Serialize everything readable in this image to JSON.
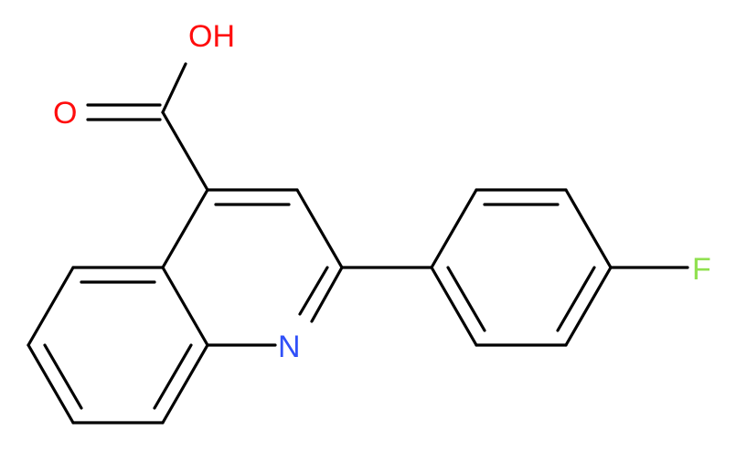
{
  "molecule": {
    "atoms": {
      "hydroxyl": {
        "label": "OH",
        "color": "#ff0d0d"
      },
      "carbonyl_oxygen": {
        "label": "O",
        "color": "#ff0d0d"
      },
      "ring_nitrogen": {
        "label": "N",
        "color": "#3050f8"
      },
      "fluorine": {
        "label": "F",
        "color": "#90e050"
      }
    },
    "bond_color": "#000000",
    "background": "#ffffff"
  }
}
